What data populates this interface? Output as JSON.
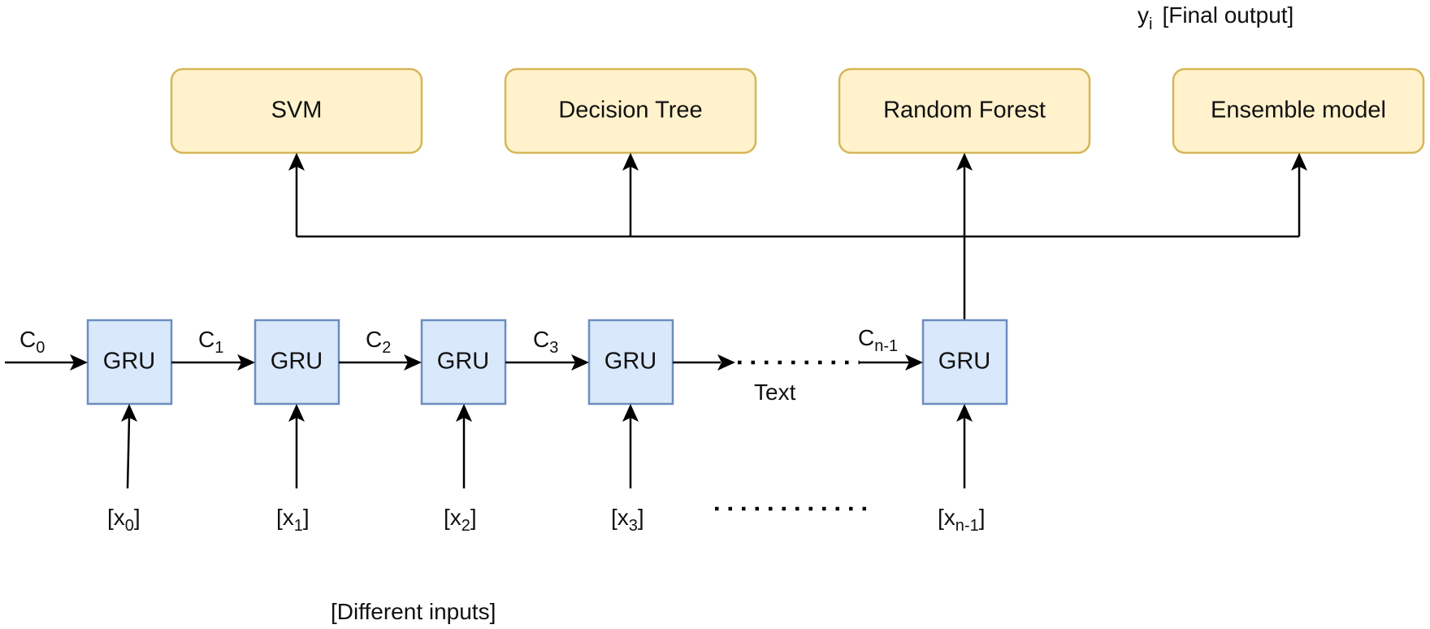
{
  "output": {
    "symbol": "y",
    "subscript": "i",
    "label": "[Final output]"
  },
  "models": [
    {
      "label": "SVM"
    },
    {
      "label": "Decision Tree"
    },
    {
      "label": "Random Forest"
    },
    {
      "label": "Ensemble model"
    }
  ],
  "gru_units": [
    {
      "label": "GRU"
    },
    {
      "label": "GRU"
    },
    {
      "label": "GRU"
    },
    {
      "label": "GRU"
    },
    {
      "label": "GRU"
    }
  ],
  "states": [
    {
      "symbol": "C",
      "subscript": "0"
    },
    {
      "symbol": "C",
      "subscript": "1"
    },
    {
      "symbol": "C",
      "subscript": "2"
    },
    {
      "symbol": "C",
      "subscript": "3"
    },
    {
      "symbol": "C",
      "subscript": "n-1"
    }
  ],
  "inputs": [
    {
      "symbol": "x",
      "subscript": "0"
    },
    {
      "symbol": "x",
      "subscript": "1"
    },
    {
      "symbol": "x",
      "subscript": "2"
    },
    {
      "symbol": "x",
      "subscript": "3"
    },
    {
      "symbol": "x",
      "subscript": "n-1"
    }
  ],
  "mid_label": "Text",
  "inputs_caption": "[Different inputs]",
  "colors": {
    "model_fill": "#fff2cc",
    "model_stroke": "#d6b656",
    "gru_fill": "#dae8fc",
    "gru_stroke": "#6c8ebf",
    "line": "#000000"
  }
}
